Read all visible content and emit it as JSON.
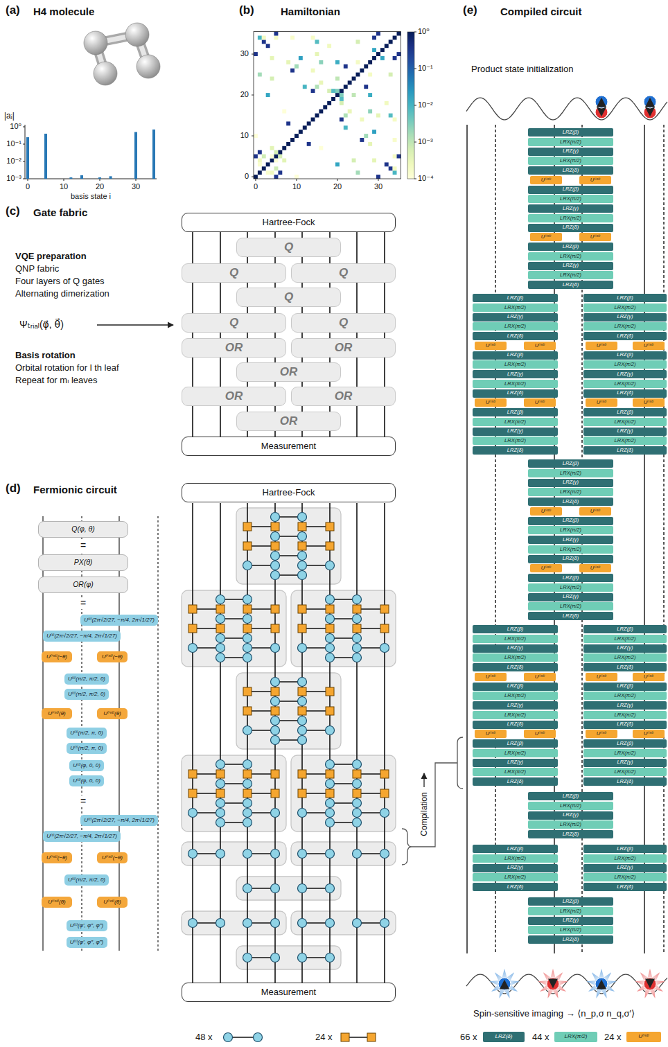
{
  "diagram": {
    "nodes": [
      {
        "text": [
          "Hartree-Fock"
        ]
      },
      {
        "text": [
          "Q"
        ]
      },
      {
        "text": [
          "Q"
        ]
      },
      {
        "text": [
          "Q"
        ]
      },
      {
        "text": [
          "Q"
        ]
      },
      {
        "text": [
          "Q"
        ]
      },
      {
        "text": [
          "Q"
        ]
      },
      {
        "text": [
          "OR"
        ]
      },
      {
        "text": [
          "OR"
        ]
      },
      {
        "text": [
          "OR"
        ]
      },
      {
        "text": [
          "OR"
        ]
      },
      {
        "text": [
          "OR"
        ]
      },
      {
        "text": [
          "OR"
        ]
      },
      {
        "text": [
          "Measurement"
        ]
      },
      {
        "text": [
          "Q(φ, θ)"
        ]
      },
      {
        "text": [
          "PX(θ)"
        ]
      },
      {
        "text": [
          "OR(φ)"
        ]
      },
      {
        "text": [
          "U⁽ᵗ⁾(2π√2/27, −π/4, 2π√1/27)"
        ]
      },
      {
        "text": [
          "U⁽ᵗ⁾(2π√2/27, −π/4, 2π√1/27)"
        ]
      },
      {
        "text": [
          "U⁽ⁱⁿᵗ⁾(−θ)"
        ]
      },
      {
        "text": [
          "U⁽ⁱⁿᵗ⁾(−θ)"
        ]
      },
      {
        "text": [
          "U⁽ᵗ⁾(π/2, π/2, 0)"
        ]
      },
      {
        "text": [
          "U⁽ᵗ⁾(π/2, π/2, 0)"
        ]
      },
      {
        "text": [
          "U⁽ⁱⁿᵗ⁾(θ)"
        ]
      },
      {
        "text": [
          "U⁽ⁱⁿᵗ⁾(θ)"
        ]
      },
      {
        "text": [
          "U⁽ᵗ⁾(π/2, π, 0)"
        ]
      },
      {
        "text": [
          "U⁽ᵗ⁾(π/2, π, 0)"
        ]
      },
      {
        "text": [
          "U⁽ᵗ⁾(φ, 0, 0)"
        ]
      },
      {
        "text": [
          "U⁽ᵗ⁾(φ, 0, 0)"
        ]
      },
      {
        "text": [
          "U⁽ᵗ⁾(2π√2/27, −π/4, 2π√1/27)"
        ]
      },
      {
        "text": [
          "U⁽ᵗ⁾(2π√2/27, −π/4, 2π√1/27)"
        ]
      },
      {
        "text": [
          "U⁽ⁱⁿᵗ⁾(−θ)"
        ]
      },
      {
        "text": [
          "U⁽ⁱⁿᵗ⁾(−θ)"
        ]
      },
      {
        "text": [
          "U⁽ᵗ⁾(π/2, π/2, 0)"
        ]
      },
      {
        "text": [
          "U⁽ⁱⁿᵗ⁾(θ)"
        ]
      },
      {
        "text": [
          "U⁽ⁱⁿᵗ⁾(θ)"
        ]
      },
      {
        "text": [
          "U⁽ᵗ⁾(φ′, φ″, φ‴)"
        ]
      },
      {
        "text": [
          "U⁽ᵗ⁾(φ′, φ″, φ‴)"
        ]
      },
      {
        "text": [
          "Hartree-Fock"
        ]
      },
      {
        "text": [
          "Measurement"
        ]
      },
      {
        "text": [
          "LRZ(β)"
        ]
      },
      {
        "text": [
          "LRX(π/2)"
        ]
      },
      {
        "text": [
          "LRZ(γ)"
        ]
      },
      {
        "text": [
          "LRX(π/2)"
        ]
      },
      {
        "text": [
          "LRZ(δ)"
        ]
      },
      {
        "text": [
          "U⁽ⁱⁿᵗ⁾"
        ]
      },
      {
        "text": [
          "U⁽ⁱⁿᵗ⁾"
        ]
      },
      {
        "text": [
          "LRZ(β)"
        ]
      },
      {
        "text": [
          "LRX(π/2)"
        ]
      },
      {
        "text": [
          "LRZ(γ)"
        ]
      },
      {
        "text": [
          "LRX(π/2)"
        ]
      },
      {
        "text": [
          "LRZ(δ)"
        ]
      },
      {
        "text": [
          "U⁽ⁱⁿᵗ⁾"
        ]
      },
      {
        "text": [
          "U⁽ⁱⁿᵗ⁾"
        ]
      },
      {
        "text": [
          "LRZ(β)"
        ]
      },
      {
        "text": [
          "LRX(π/2)"
        ]
      },
      {
        "text": [
          "LRZ(γ)"
        ]
      },
      {
        "text": [
          "LRX(π/2)"
        ]
      },
      {
        "text": [
          "LRZ(δ)"
        ]
      },
      {
        "text": [
          "LRZ(β)"
        ]
      },
      {
        "text": [
          "LRZ(β)"
        ]
      },
      {
        "text": [
          "LRX(π/2)"
        ]
      },
      {
        "text": [
          "LRX(π/2)"
        ]
      },
      {
        "text": [
          "LRZ(γ)"
        ]
      },
      {
        "text": [
          "LRZ(γ)"
        ]
      },
      {
        "text": [
          "LRX(π/2)"
        ]
      },
      {
        "text": [
          "LRX(π/2)"
        ]
      },
      {
        "text": [
          "LRZ(δ)"
        ]
      },
      {
        "text": [
          "LRZ(δ)"
        ]
      },
      {
        "text": [
          "U⁽ⁱⁿᵗ⁾"
        ]
      },
      {
        "text": [
          "U⁽ⁱⁿᵗ⁾"
        ]
      },
      {
        "text": [
          "U⁽ⁱⁿᵗ⁾"
        ]
      },
      {
        "text": [
          "U⁽ⁱⁿᵗ⁾"
        ]
      },
      {
        "text": [
          "LRZ(β)"
        ]
      },
      {
        "text": [
          "LRZ(β)"
        ]
      },
      {
        "text": [
          "LRX(π/2)"
        ]
      },
      {
        "text": [
          "LRX(π/2)"
        ]
      },
      {
        "text": [
          "LRZ(γ)"
        ]
      },
      {
        "text": [
          "LRZ(γ)"
        ]
      },
      {
        "text": [
          "LRX(π/2)"
        ]
      },
      {
        "text": [
          "LRX(π/2)"
        ]
      },
      {
        "text": [
          "LRZ(δ)"
        ]
      },
      {
        "text": [
          "LRZ(δ)"
        ]
      },
      {
        "text": [
          "U⁽ⁱⁿᵗ⁾"
        ]
      },
      {
        "text": [
          "U⁽ⁱⁿᵗ⁾"
        ]
      },
      {
        "text": [
          "U⁽ⁱⁿᵗ⁾"
        ]
      },
      {
        "text": [
          "U⁽ⁱⁿᵗ⁾"
        ]
      },
      {
        "text": [
          "LRZ(β)"
        ]
      },
      {
        "text": [
          "LRZ(β)"
        ]
      },
      {
        "text": [
          "LRX(π/2)"
        ]
      },
      {
        "text": [
          "LRX(π/2)"
        ]
      },
      {
        "text": [
          "LRZ(γ)"
        ]
      },
      {
        "text": [
          "LRZ(γ)"
        ]
      },
      {
        "text": [
          "LRX(π/2)"
        ]
      },
      {
        "text": [
          "LRX(π/2)"
        ]
      },
      {
        "text": [
          "LRZ(δ)"
        ]
      },
      {
        "text": [
          "LRZ(δ)"
        ]
      },
      {
        "text": [
          "LRZ(β)"
        ]
      },
      {
        "text": [
          "LRX(π/2)"
        ]
      },
      {
        "text": [
          "LRZ(γ)"
        ]
      },
      {
        "text": [
          "LRX(π/2)"
        ]
      },
      {
        "text": [
          "LRZ(δ)"
        ]
      },
      {
        "text": [
          "U⁽ⁱⁿᵗ⁾"
        ]
      },
      {
        "text": [
          "U⁽ⁱⁿᵗ⁾"
        ]
      },
      {
        "text": [
          "LRZ(β)"
        ]
      },
      {
        "text": [
          "LRX(π/2)"
        ]
      },
      {
        "text": [
          "LRZ(γ)"
        ]
      },
      {
        "text": [
          "LRX(π/2)"
        ]
      },
      {
        "text": [
          "LRZ(δ)"
        ]
      },
      {
        "text": [
          "U⁽ⁱⁿᵗ⁾"
        ]
      },
      {
        "text": [
          "U⁽ⁱⁿᵗ⁾"
        ]
      },
      {
        "text": [
          "LRZ(β)"
        ]
      },
      {
        "text": [
          "LRX(π/2)"
        ]
      },
      {
        "text": [
          "LRZ(γ)"
        ]
      },
      {
        "text": [
          "LRX(π/2)"
        ]
      },
      {
        "text": [
          "LRZ(δ)"
        ]
      },
      {
        "text": [
          "LRZ(β)"
        ]
      },
      {
        "text": [
          "LRZ(β)"
        ]
      },
      {
        "text": [
          "LRX(π/2)"
        ]
      },
      {
        "text": [
          "LRX(π/2)"
        ]
      },
      {
        "text": [
          "LRZ(γ)"
        ]
      },
      {
        "text": [
          "LRZ(γ)"
        ]
      },
      {
        "text": [
          "LRX(π/2)"
        ]
      },
      {
        "text": [
          "LRX(π/2)"
        ]
      },
      {
        "text": [
          "LRZ(δ)"
        ]
      },
      {
        "text": [
          "LRZ(δ)"
        ]
      },
      {
        "text": [
          "U⁽ⁱⁿᵗ⁾"
        ]
      },
      {
        "text": [
          "U⁽ⁱⁿᵗ⁾"
        ]
      },
      {
        "text": [
          "U⁽ⁱⁿᵗ⁾"
        ]
      },
      {
        "text": [
          "U⁽ⁱⁿᵗ⁾"
        ]
      },
      {
        "text": [
          "LRZ(β)"
        ]
      },
      {
        "text": [
          "LRZ(β)"
        ]
      },
      {
        "text": [
          "LRX(π/2)"
        ]
      },
      {
        "text": [
          "LRX(π/2)"
        ]
      },
      {
        "text": [
          "LRZ(γ)"
        ]
      },
      {
        "text": [
          "LRZ(γ)"
        ]
      },
      {
        "text": [
          "LRX(π/2)"
        ]
      },
      {
        "text": [
          "LRX(π/2)"
        ]
      },
      {
        "text": [
          "LRZ(δ)"
        ]
      },
      {
        "text": [
          "LRZ(δ)"
        ]
      },
      {
        "text": [
          "U⁽ⁱⁿᵗ⁾"
        ]
      },
      {
        "text": [
          "U⁽ⁱⁿᵗ⁾"
        ]
      },
      {
        "text": [
          "U⁽ⁱⁿᵗ⁾"
        ]
      },
      {
        "text": [
          "U⁽ⁱⁿᵗ⁾"
        ]
      },
      {
        "text": [
          "LRZ(β)"
        ]
      },
      {
        "text": [
          "LRZ(β)"
        ]
      },
      {
        "text": [
          "LRX(π/2)"
        ]
      },
      {
        "text": [
          "LRX(π/2)"
        ]
      },
      {
        "text": [
          "LRZ(γ)"
        ]
      },
      {
        "text": [
          "LRZ(γ)"
        ]
      },
      {
        "text": [
          "LRX(π/2)"
        ]
      },
      {
        "text": [
          "LRX(π/2)"
        ]
      },
      {
        "text": [
          "LRZ(δ)"
        ]
      },
      {
        "text": [
          "LRZ(δ)"
        ]
      },
      {
        "text": [
          "LRZ(β)"
        ]
      },
      {
        "text": [
          "LRX(π/2)"
        ]
      },
      {
        "text": [
          "LRZ(γ)"
        ]
      },
      {
        "text": [
          "LRX(π/2)"
        ]
      },
      {
        "text": [
          "LRZ(δ)"
        ]
      },
      {
        "text": [
          "LRZ(β)"
        ]
      },
      {
        "text": [
          "LRZ(β)"
        ]
      },
      {
        "text": [
          "LRX(π/2)"
        ]
      },
      {
        "text": [
          "LRX(π/2)"
        ]
      },
      {
        "text": [
          "LRZ(γ)"
        ]
      },
      {
        "text": [
          "LRZ(γ)"
        ]
      },
      {
        "text": [
          "LRX(π/2)"
        ]
      },
      {
        "text": [
          "LRX(π/2)"
        ]
      },
      {
        "text": [
          "LRZ(δ)"
        ]
      },
      {
        "text": [
          "LRZ(δ)"
        ]
      },
      {
        "text": [
          "LRZ(β)"
        ]
      },
      {
        "text": [
          "LRX(π/2)"
        ]
      },
      {
        "text": [
          "LRZ(γ)"
        ]
      },
      {
        "text": [
          "LRX(π/2)"
        ]
      },
      {
        "text": [
          "LRZ(δ)"
        ]
      }
    ],
    "labels": [
      "(a)",
      "H4 molecule",
      "|aᵢ|",
      "10⁰",
      "10⁻¹",
      "10⁻²",
      "10⁻³",
      "0",
      "10",
      "20",
      "30",
      "basis state i",
      "(b)",
      "Hamiltonian",
      "30",
      "20",
      "10",
      "0",
      "0",
      "10",
      "20",
      "30",
      "10⁰",
      "10⁻¹",
      "10⁻²",
      "10⁻³",
      "10⁻⁴",
      "(e)",
      "Compiled circuit",
      "Product state initialization",
      "(c)",
      "Gate fabric",
      "VQE preparation",
      "QNP fabric",
      "Four layers of Q gates",
      "Alternating dimerization",
      "Ψₜᵣᵢₐₗ(φ⃗, θ⃗)",
      "Basis rotation",
      "Orbital rotation for l th leaf",
      "Repeat for mₗ leaves",
      "(d)",
      "Fermionic circuit",
      "=",
      "=",
      "=",
      "Compilation",
      "Spin-sensitive imaging → ⟨n_p,σ n_q,σ′⟩",
      "LRZ(δ)",
      "LRX(π/2)",
      "U⁽ⁱⁿᵗ⁾"
    ],
    "legend": [
      {
        "text": "48 x"
      },
      {
        "text": "24 x"
      },
      {
        "text": "66 x",
        "color": "#2f6f73"
      },
      {
        "text": "44 x",
        "color": "#6fcdb6"
      },
      {
        "text": "24 x",
        "color": "#f5a630"
      }
    ]
  }
}
